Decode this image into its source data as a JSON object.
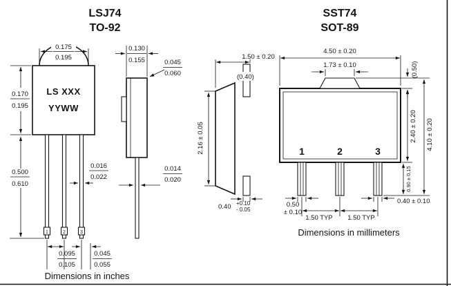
{
  "to92": {
    "title_line1": "LSJ74",
    "title_line2": "TO-92",
    "caption": "Dimensions in inches",
    "marking_line1": "LS XXX",
    "marking_line2": "YYWW",
    "pin_labels": [
      "1",
      "2",
      "3"
    ],
    "dims": {
      "dome_width": {
        "num": "0.175",
        "den": "0.195"
      },
      "body_height": {
        "num": "0.170",
        "den": "0.195"
      },
      "lead_length": {
        "num": "0.500",
        "den": "0.610"
      },
      "lead_width": {
        "num": "0.016",
        "den": "0.022"
      },
      "lead_pitch": {
        "num": "0.095",
        "den": "0.105"
      },
      "lead_edge": {
        "num": "0.045",
        "den": "0.055"
      },
      "side_width": {
        "num": "0.130",
        "den": "0.155"
      },
      "side_tab": {
        "num": "0.045",
        "den": "0.060"
      },
      "side_lead_thickness": {
        "num": "0.014",
        "den": "0.020"
      }
    }
  },
  "sot89": {
    "title_line1": "SST74",
    "title_line2": "SOT-89",
    "caption": "Dimensions in millimeters",
    "pin_labels": [
      "1",
      "2",
      "3"
    ],
    "dims": {
      "package_height": "1.50 ± 0.20",
      "tab_thickness_ref": "(0.40)",
      "body_span": "2.16 ± 0.05",
      "lead_thickness": "0.40",
      "lead_thickness_tol_plus": "+0.10",
      "lead_thickness_tol_minus": "- 0.05",
      "body_width": "4.50 ± 0.20",
      "tab_width": "1.73 ± 0.10",
      "tab_overhang_ref": "(0.50)",
      "body_length": "2.40 ± 0.20",
      "overall_length": "4.10 ± 0.20",
      "lead_length": "0.90 ± 0.15",
      "lead1_width_line1": "0.50",
      "lead1_width_line2": "± 0.10",
      "lead3_width": "0.40 ± 0.10",
      "pitch_left": "1.50 TYP",
      "pitch_right": "1.50 TYP"
    }
  }
}
